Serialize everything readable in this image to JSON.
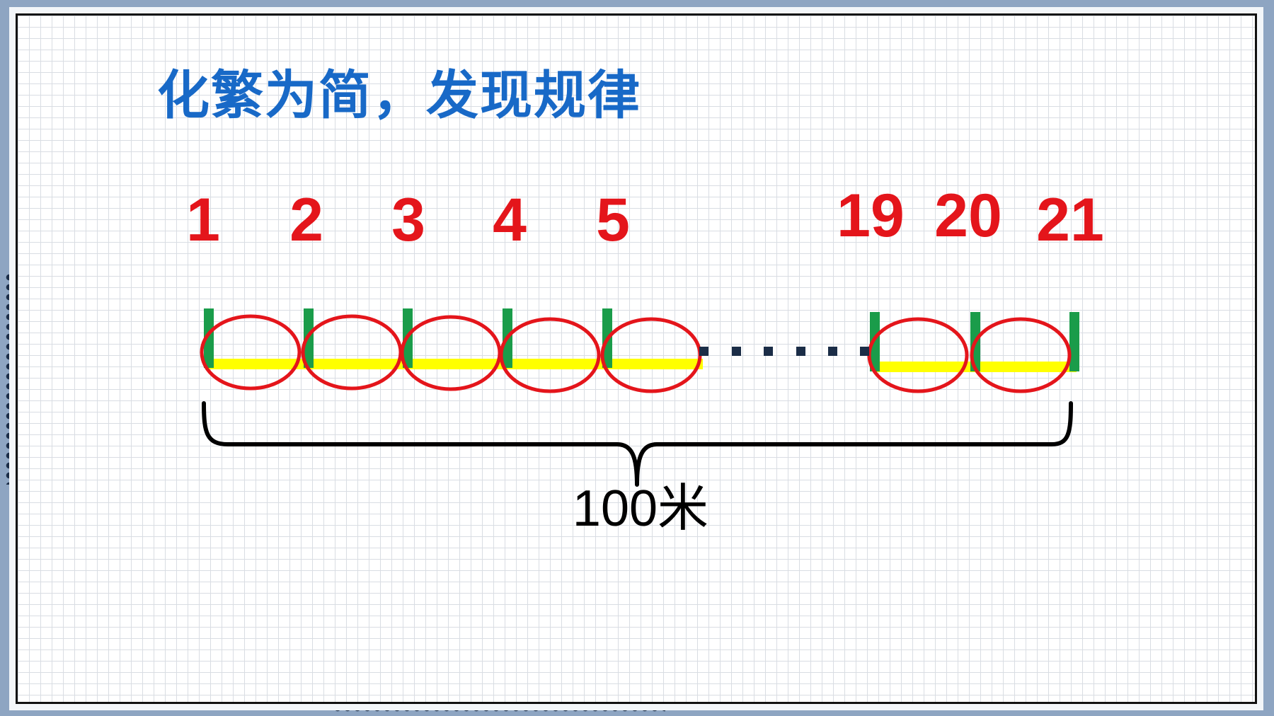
{
  "slide": {
    "title": "化繁为简，发现规律"
  },
  "tree_labels": [
    "1",
    "2",
    "3",
    "4",
    "5",
    "19",
    "20",
    "21"
  ],
  "total_label": "100米",
  "colors": {
    "title": "#1869c7",
    "numbers": "#e4151b",
    "circles": "#e4151b",
    "trees": "#1a9c4a",
    "segments": "#ffff00",
    "brace": "#000000",
    "dots": "#1b2d47"
  },
  "icons": [
    "tree-marker-icon",
    "gap-ellipsis-icon",
    "curly-brace-icon"
  ]
}
